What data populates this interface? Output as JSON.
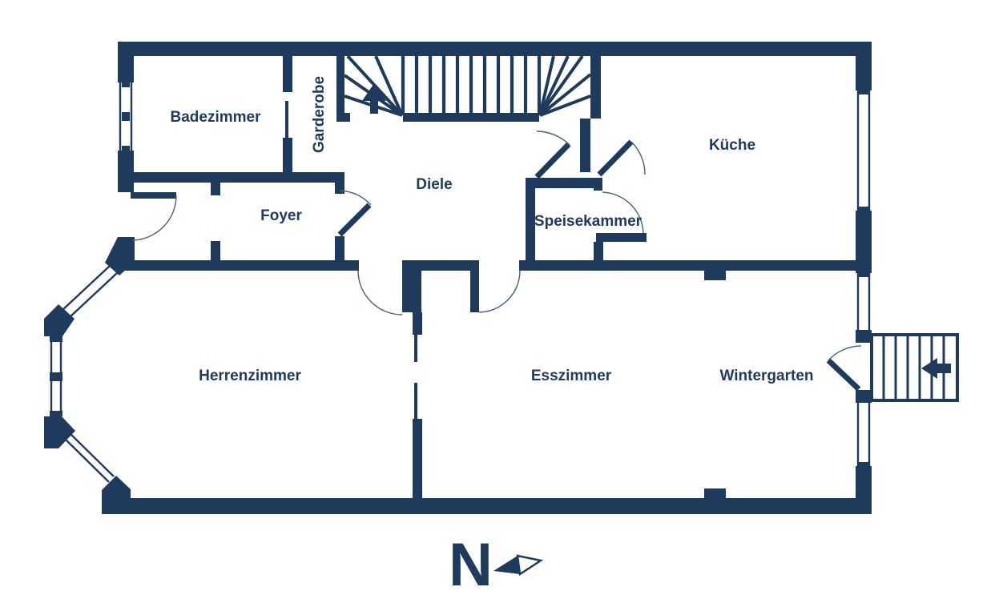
{
  "plan": {
    "type": "floor-plan",
    "rooms": {
      "badezimmer": "Badezimmer",
      "garderobe": "Garderobe",
      "kueche": "Küche",
      "diele": "Diele",
      "foyer": "Foyer",
      "speisekammer": "Speisekammer",
      "herrenzimmer": "Herrenzimmer",
      "esszimmer": "Esszimmer",
      "wintergarten": "Wintergarten"
    },
    "compass": {
      "north_label": "N"
    },
    "features": {
      "main_staircase": "winder staircase with up arrow",
      "entrance_steps": "exterior steps with arrow pointing to door",
      "bay_window": "angled bay window on left wall"
    },
    "colors": {
      "wall": "#1e3a5c",
      "background": "#ffffff",
      "door_arc": "#4a6078"
    }
  }
}
